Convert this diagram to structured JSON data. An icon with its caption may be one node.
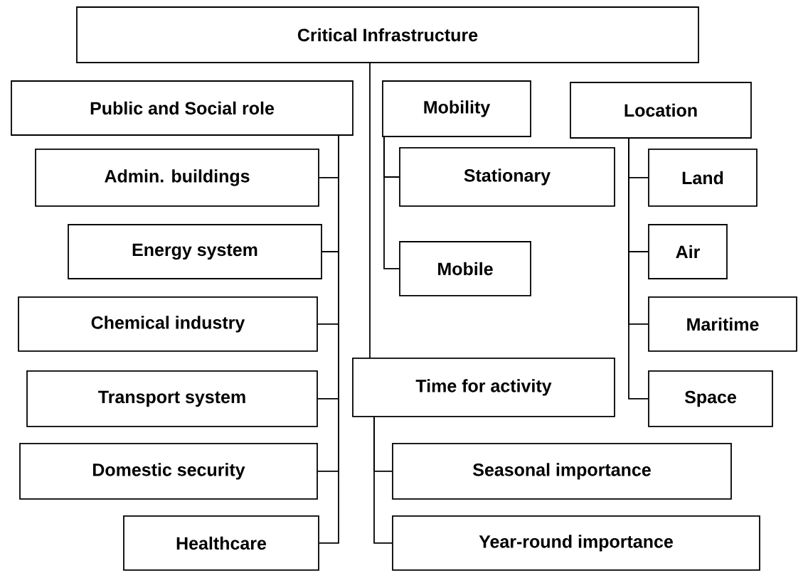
{
  "diagram": {
    "nodes": [
      {
        "text": [
          "Critical Infrastructure"
        ]
      },
      {
        "text": [
          "Public and Social role"
        ]
      },
      {
        "text": [
          "Admin. buildings"
        ]
      },
      {
        "text": [
          "Energy system"
        ]
      },
      {
        "text": [
          "Chemical industry"
        ]
      },
      {
        "text": [
          "Transport system"
        ]
      },
      {
        "text": [
          "Domestic security"
        ]
      },
      {
        "text": [
          "Healthcare"
        ]
      },
      {
        "text": [
          "Mobility"
        ]
      },
      {
        "text": [
          "Stationary"
        ]
      },
      {
        "text": [
          "Mobile"
        ]
      },
      {
        "text": [
          "Location"
        ]
      },
      {
        "text": [
          "Land"
        ]
      },
      {
        "text": [
          "Air"
        ]
      },
      {
        "text": [
          "Maritime"
        ]
      },
      {
        "text": [
          "Space"
        ]
      },
      {
        "text": [
          "Time for activity"
        ]
      },
      {
        "text": [
          "Seasonal importance"
        ]
      },
      {
        "text": [
          "Year-round importance"
        ]
      }
    ],
    "edges": [
      {
        "from": 0,
        "to": 16,
        "arrow": "none"
      },
      {
        "from": 1,
        "to": 2,
        "arrow": "none"
      },
      {
        "from": 1,
        "to": 3,
        "arrow": "none"
      },
      {
        "from": 1,
        "to": 4,
        "arrow": "none"
      },
      {
        "from": 1,
        "to": 5,
        "arrow": "none"
      },
      {
        "from": 1,
        "to": 6,
        "arrow": "none"
      },
      {
        "from": 1,
        "to": 7,
        "arrow": "none"
      },
      {
        "from": 8,
        "to": 9,
        "arrow": "none"
      },
      {
        "from": 8,
        "to": 10,
        "arrow": "none"
      },
      {
        "from": 11,
        "to": 12,
        "arrow": "none"
      },
      {
        "from": 11,
        "to": 13,
        "arrow": "none"
      },
      {
        "from": 11,
        "to": 14,
        "arrow": "none"
      },
      {
        "from": 11,
        "to": 15,
        "arrow": "none"
      },
      {
        "from": 16,
        "to": 17,
        "arrow": "none"
      },
      {
        "from": 16,
        "to": 18,
        "arrow": "none"
      }
    ]
  }
}
